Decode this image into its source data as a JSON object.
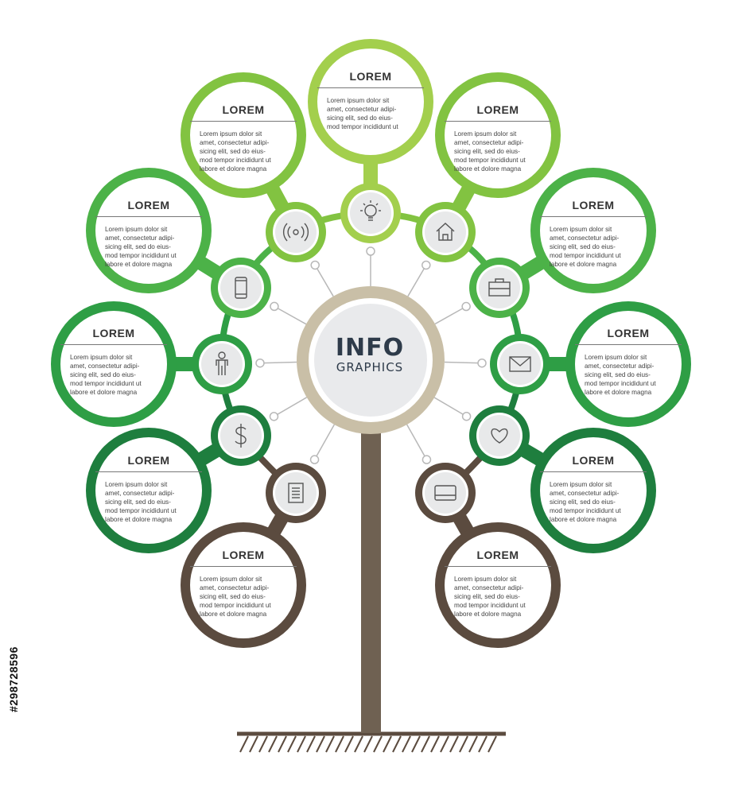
{
  "center": {
    "title": "INFO",
    "subtitle": "GRAPHICS"
  },
  "stock_id": "#298728596",
  "colors": {
    "lime": "#a3cf4d",
    "light_green": "#82c341",
    "green": "#4cb248",
    "mid_green": "#2e9e45",
    "dark_green": "#1e7e3e",
    "brown": "#5b4b3f",
    "trunk": "#6f6152",
    "center_ring": "#c9bfa7"
  },
  "nodes": [
    {
      "id": "top",
      "title": "LOREM",
      "body": "Lorem ipsum dolor sit\namet, consectetur adipi-\nsicing elit, sed do eius-\nmod tempor incididunt ut",
      "icon": "lightbulb-icon"
    },
    {
      "id": "upper-left",
      "title": "LOREM",
      "body": "Lorem ipsum dolor sit\namet, consectetur adipi-\nsicing elit, sed do eius-\nmod tempor incididunt ut\nlabore et dolore magna",
      "icon": "wifi-signal-icon"
    },
    {
      "id": "upper-right",
      "title": "LOREM",
      "body": "Lorem ipsum dolor sit\namet, consectetur adipi-\nsicing elit, sed do eius-\nmod tempor incididunt ut\nlabore et dolore magna",
      "icon": "house-icon"
    },
    {
      "id": "mid-upper-left",
      "title": "LOREM",
      "body": "Lorem ipsum dolor sit\namet, consectetur adipi-\nsicing elit, sed do eius-\nmod tempor incididunt ut\nlabore et dolore magna",
      "icon": "smartphone-icon"
    },
    {
      "id": "mid-upper-right",
      "title": "LOREM",
      "body": "Lorem ipsum dolor sit\namet, consectetur adipi-\nsicing elit, sed do eius-\nmod tempor incididunt ut\nlabore et dolore magna",
      "icon": "briefcase-icon"
    },
    {
      "id": "middle-left",
      "title": "LOREM",
      "body": "Lorem ipsum dolor sit\namet, consectetur adipi-\nsicing elit, sed do eius-\nmod tempor incididunt ut\nlabore et dolore magna",
      "icon": "person-icon"
    },
    {
      "id": "middle-right",
      "title": "LOREM",
      "body": "Lorem ipsum dolor sit\namet, consectetur adipi-\nsicing elit, sed do eius-\nmod tempor incididunt ut\nlabore et dolore magna",
      "icon": "envelope-icon"
    },
    {
      "id": "lower-left",
      "title": "LOREM",
      "body": "Lorem ipsum dolor sit\namet, consectetur adipi-\nsicing elit, sed do eius-\nmod tempor incididunt ut\nlabore et dolore magna",
      "icon": "dollar-icon"
    },
    {
      "id": "lower-right",
      "title": "LOREM",
      "body": "Lorem ipsum dolor sit\namet, consectetur adipi-\nsicing elit, sed do eius-\nmod tempor incididunt ut\nlabore et dolore magna",
      "icon": "heart-icon"
    },
    {
      "id": "bottom-left",
      "title": "LOREM",
      "body": "Lorem ipsum dolor sit\namet, consectetur adipi-\nsicing elit, sed do eius-\nmod tempor incididunt ut\nlabore et dolore magna",
      "icon": "document-icon"
    },
    {
      "id": "bottom-right",
      "title": "LOREM",
      "body": "Lorem ipsum dolor sit\namet, consectetur adipi-\nsicing elit, sed do eius-\nmod tempor incididunt ut\nlabore et dolore magna",
      "icon": "card-icon"
    }
  ]
}
